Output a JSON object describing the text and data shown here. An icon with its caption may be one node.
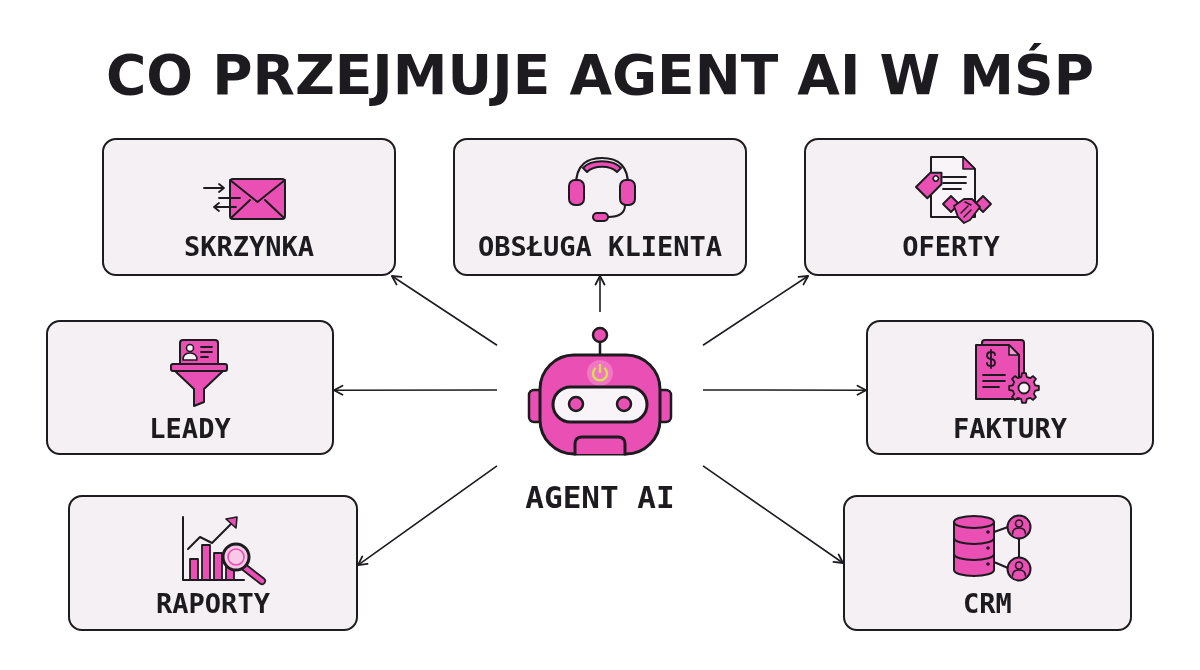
{
  "diagram": {
    "title": "CO PRZEJMUJE AGENT AI W MŚP",
    "nodes": [
      {
        "text": [
          "SKRZYNKA"
        ]
      },
      {
        "text": [
          "OBSŁUGA KLIENTA"
        ]
      },
      {
        "text": [
          "OFERTY"
        ]
      },
      {
        "text": [
          "LEADY"
        ]
      },
      {
        "text": [
          "AGENT AI"
        ]
      },
      {
        "text": [
          "FAKTURY"
        ]
      },
      {
        "text": [
          "RAPORTY"
        ]
      },
      {
        "text": [
          "CRM"
        ]
      }
    ],
    "edges": [
      {
        "from": 4,
        "to": 0,
        "arrow": "to"
      },
      {
        "from": 4,
        "to": 1,
        "arrow": "to"
      },
      {
        "from": 4,
        "to": 2,
        "arrow": "to"
      },
      {
        "from": 4,
        "to": 3,
        "arrow": "to"
      },
      {
        "from": 4,
        "to": 5,
        "arrow": "to"
      },
      {
        "from": 4,
        "to": 6,
        "arrow": "to"
      },
      {
        "from": 4,
        "to": 7,
        "arrow": "to"
      }
    ]
  }
}
